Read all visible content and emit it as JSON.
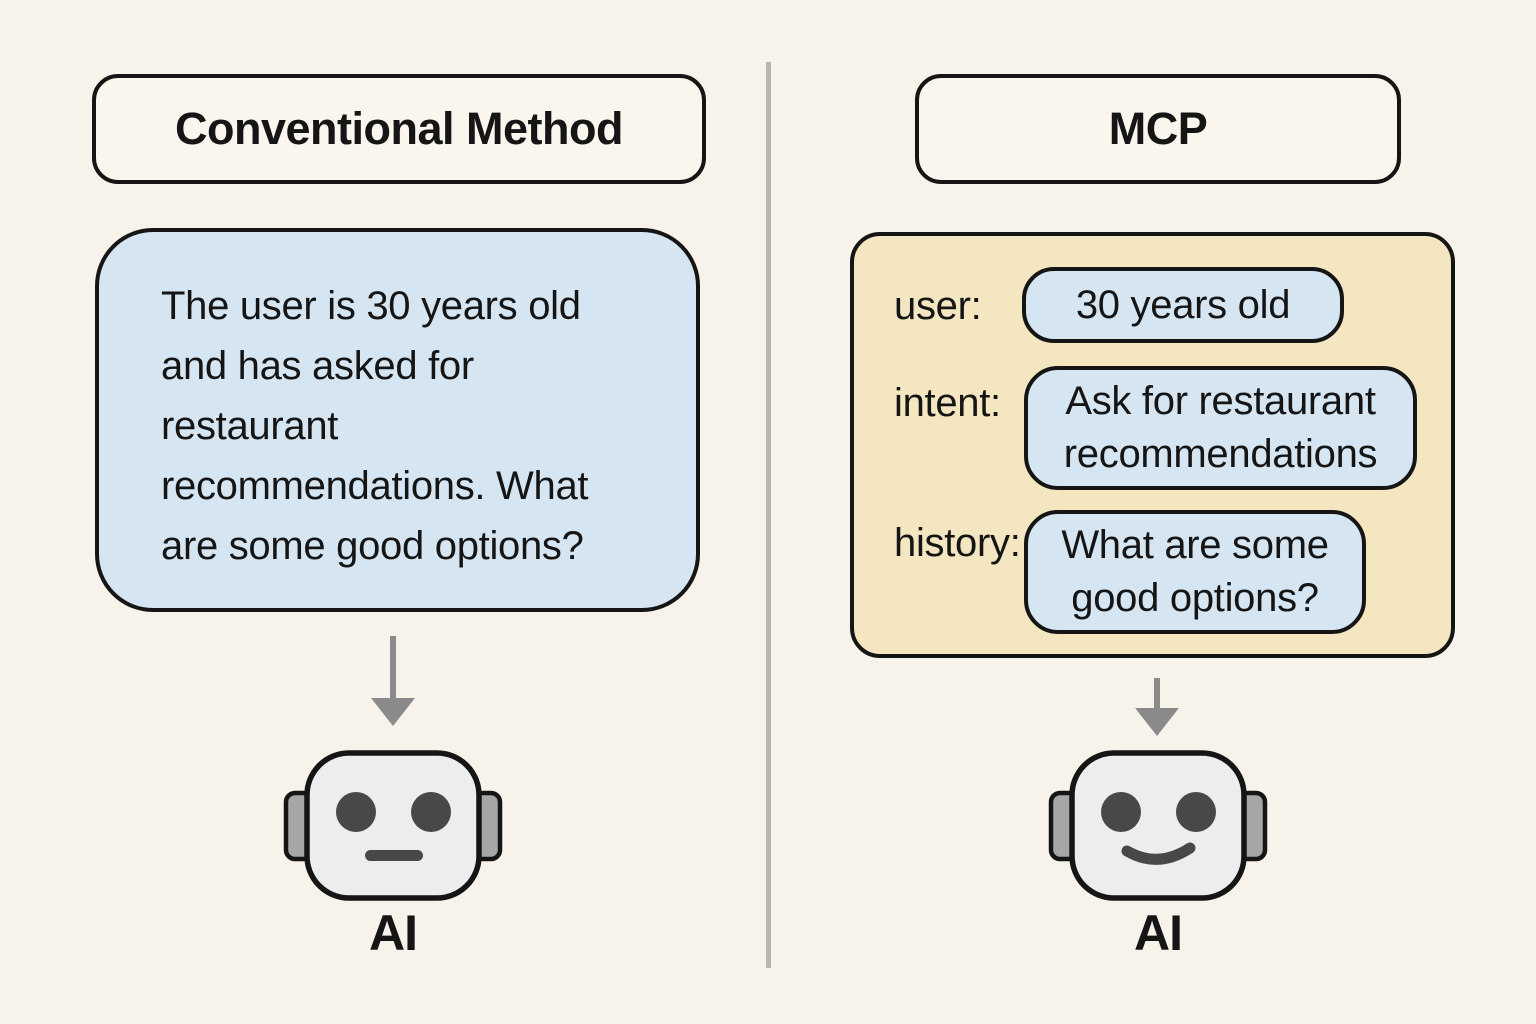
{
  "colors": {
    "bg": "#f8f3ea",
    "box-fill": "#faf6ee",
    "blue": "#d5e5f2",
    "tan": "#f4e6c1",
    "border": "#151515",
    "divider": "#b9b6b1",
    "arrow": "#8a8a8a",
    "text": "#151515",
    "robot-head": "#ededed",
    "robot-ear": "#a6a6a6",
    "robot-feature": "#484848"
  },
  "left_panel": {
    "title": "Conventional Method",
    "prompt_text": "The user is 30 years old\nand has asked for\nrestaurant\nrecommendations. What\nare some good options?",
    "ai_label": "AI"
  },
  "right_panel": {
    "title": "MCP",
    "fields": [
      {
        "key": "user:",
        "value": "30 years old"
      },
      {
        "key": "intent:",
        "value": "Ask for restaurant\nrecommendations"
      },
      {
        "key": "history:",
        "value": "What are some\ngood options?"
      }
    ],
    "ai_label": "AI"
  }
}
